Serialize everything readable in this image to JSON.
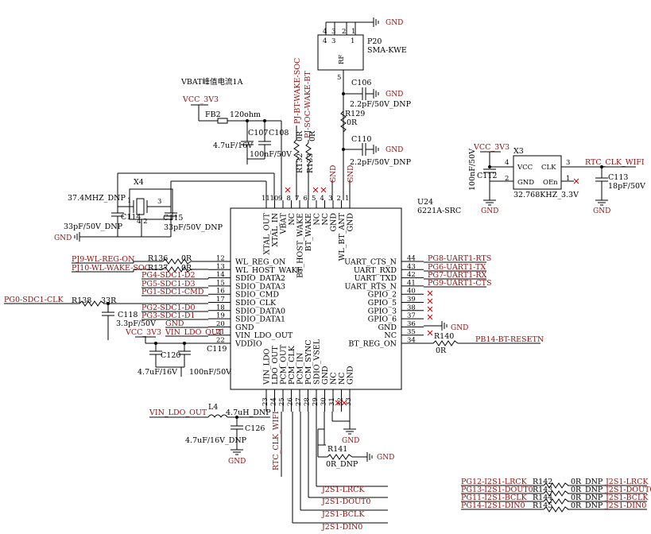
{
  "ic": {
    "ref": "U24",
    "part": "6221A-SRC"
  },
  "pins_left": [
    {
      "num": "12",
      "name": "WL_REG_ON"
    },
    {
      "num": "13",
      "name": "WL_HOST_WAKE"
    },
    {
      "num": "14",
      "name": "SDIO_DATA2"
    },
    {
      "num": "15",
      "name": "SDIO_DATA3"
    },
    {
      "num": "16",
      "name": "SDIO_CMD"
    },
    {
      "num": "17",
      "name": "SDIO_CLK"
    },
    {
      "num": "18",
      "name": "SDIO_DATA0"
    },
    {
      "num": "19",
      "name": "SDIO_DATA1"
    },
    {
      "num": "20",
      "name": "GND"
    },
    {
      "num": "21",
      "name": "VIN_LDO_OUT"
    },
    {
      "num": "22",
      "name": "VDDIO"
    }
  ],
  "pins_right": [
    {
      "num": "44",
      "name": "UART_CTS_N"
    },
    {
      "num": "43",
      "name": "UART_RXD"
    },
    {
      "num": "42",
      "name": "UART_TXD"
    },
    {
      "num": "41",
      "name": "UART_RTS_N"
    },
    {
      "num": "40",
      "name": "GPIO_2"
    },
    {
      "num": "39",
      "name": "GPIO_5"
    },
    {
      "num": "38",
      "name": "GPIO_3"
    },
    {
      "num": "37",
      "name": "GPIO_6"
    },
    {
      "num": "36",
      "name": "GND"
    },
    {
      "num": "35",
      "name": "NC"
    },
    {
      "num": "34",
      "name": "BT_REG_ON"
    }
  ],
  "pins_top": [
    {
      "num": "11",
      "name": "XTAL_OUT"
    },
    {
      "num": "10",
      "name": "XTAL_IN"
    },
    {
      "num": "9",
      "name": "VBAT"
    },
    {
      "num": "8",
      "name": "NC"
    },
    {
      "num": "7",
      "name": "BT_HOST_WAKE"
    },
    {
      "num": "6",
      "name": "BT_WAKE"
    },
    {
      "num": "5",
      "name": "NC"
    },
    {
      "num": "4",
      "name": "NC"
    },
    {
      "num": "3",
      "name": "GND"
    },
    {
      "num": "2",
      "name": "WL_BT_ANT"
    },
    {
      "num": "1",
      "name": "GND"
    }
  ],
  "pins_bottom": [
    {
      "num": "23",
      "name": "VIN_LDO"
    },
    {
      "num": "24",
      "name": "LDO_OUT"
    },
    {
      "num": "25",
      "name": "PCM_OUT"
    },
    {
      "num": "26",
      "name": "PCM_CLK"
    },
    {
      "num": "27",
      "name": "PCM_IN"
    },
    {
      "num": "28",
      "name": "PCM_SYNC"
    },
    {
      "num": "29",
      "name": "SDIO_VSEL"
    },
    {
      "num": "30",
      "name": "GND"
    },
    {
      "num": "31",
      "name": "NC"
    },
    {
      "num": "32",
      "name": "NC"
    },
    {
      "num": "33",
      "name": "GND"
    }
  ],
  "nets": {
    "wl_reg_on": "PJ9-WL-REG-ON",
    "wl_wake_soc": "PJ10-WL-WAKE-SOC",
    "sdc1_d2": "PG4-SDC1-D2",
    "sdc1_d3": "PG5-SDC1-D3",
    "sdc1_cmd": "PG1-SDC1-CMD",
    "sdc1_clk": "PG0-SDC1-CLK",
    "sdc1_d0": "PG2-SDC1-D0",
    "sdc1_d1": "PG3-SDC1-D1",
    "gnd_net": "GND",
    "vin_ldo_out": "VIN_LDO_OUT",
    "vcc": "VCC_3V3",
    "bt_wake_soc": "PJ-BT-WAKE-SOC",
    "soc_wake_bt": "PJ-SOC-WAKE-BT",
    "uart_rts": "PG8-UART1-RTS",
    "uart_tx": "PG6-UART1-TX",
    "uart_rx": "PG7-UART1-RX",
    "uart_cts": "PG9-UART1-CTS",
    "bt_resetn": "PB14-BT-RESETN",
    "rtc_clk": "RTC_CLK_WIFI",
    "i2s_lrck": "J2S1-LRCK",
    "i2s_dout": "J2S1-DOUT0",
    "i2s_bclk": "J2S1-BCLK",
    "i2s_din": "J2S1-DIN0",
    "pg_lrck": "PG12-I2S1-LRCK",
    "pg_dout": "PG13-I2S1-DOUT0",
    "pg_bclk": "PG11-I2S1-BCLK",
    "pg_din": "PG14-I2S1-DIN0"
  },
  "components": {
    "vbat_note": "VBAT峰值电流1A",
    "fb2": "FB2",
    "fb2_val": "120ohm",
    "c107": "C107",
    "c107_val": "4.7uF/16V",
    "c108": "C108",
    "c108_val": "100nF/50V",
    "x4": "X4",
    "x4_val": "37.4MHZ_DNP",
    "c114": "C114",
    "c114_val": "33pF/50V_DNP",
    "c115": "C115",
    "c115_val": "33pF/50V_DNP",
    "r136": "R136",
    "r136_val": "0R",
    "r137": "R137",
    "r137_val": "0R",
    "r138": "R138",
    "r138_val": "33R",
    "c118": "C118",
    "c118_val": "3.3pF/50V",
    "c120": "C120",
    "c120_val": "4.7uF/16V",
    "c119": "C119",
    "c119_val": "100nF/50V",
    "r132": "R132",
    "r133": "R133",
    "r_val": "0R",
    "p20": "P20",
    "p20_val": "SMA-KWE",
    "rf": "RF",
    "c106": "C106",
    "c106_val": "2.2pF/50V_DNP",
    "r129": "R129",
    "r129_val": "0R",
    "c110": "C110",
    "c110_val": "2.2pF/50V_DNP",
    "x3": "X3",
    "x3_val": "32.768KHZ_3.3V",
    "x3_vcc": "VCC",
    "x3_clk": "CLK",
    "x3_gnd": "GND",
    "x3_oen": "OEn",
    "c112": "C112",
    "c112_val": "100nF/50V",
    "c113": "C113",
    "c113_val": "18pF/50V",
    "r140": "R140",
    "r140_val": "0R",
    "l4": "L4",
    "l4_val": "4.7uH_DNP",
    "c126": "C126",
    "c126_val": "4.7uF/16V_DNP",
    "r141": "R141",
    "r141_val": "0R_DNP",
    "r142": "R142",
    "r143": "R143",
    "r144": "R144",
    "r145": "R145",
    "r_dnp": "0R_DNP"
  }
}
